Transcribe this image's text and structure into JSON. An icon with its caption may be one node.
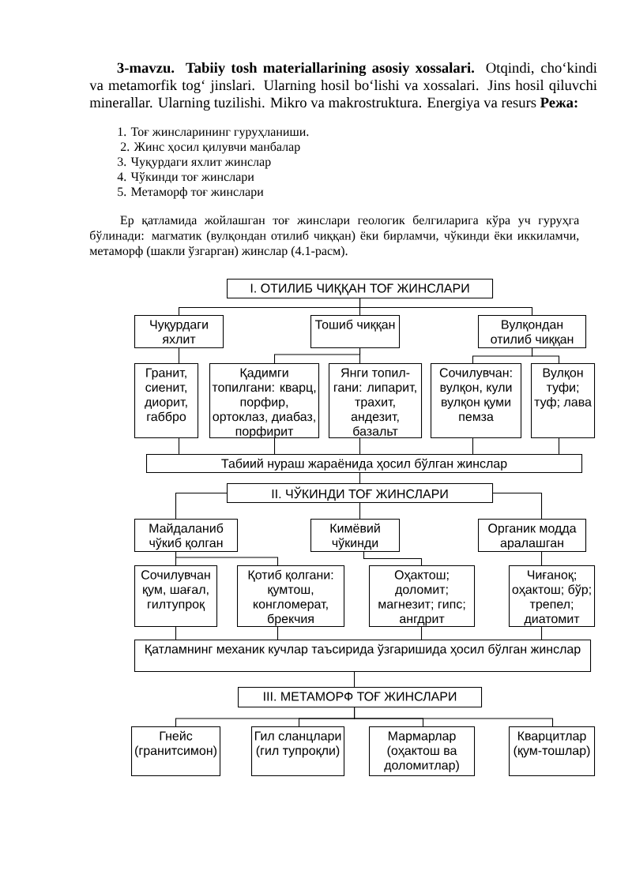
{
  "diagram": {
    "nodes": [
      {
        "text": [
          "I. ОТИЛИБ ЧИҚҚАН ТОҒ ЖИНСЛАРИ"
        ]
      },
      {
        "text": [
          "Чуқурдаги яхлит"
        ]
      },
      {
        "text": [
          "Тошиб чиққан"
        ]
      },
      {
        "text": [
          "Вулқондан отилиб чиққан"
        ]
      },
      {
        "text": [
          "Гранит, сиенит, диорит, габбро"
        ]
      },
      {
        "text": [
          "Қадимги топилгани: кварц, порфир, ортоклаз, диабаз, порфирит"
        ]
      },
      {
        "text": [
          "Янги топил- гани: липарит, трахит, андезит, базальт"
        ]
      },
      {
        "text": [
          "Сочилувчан: вулқон, кули вулқон қуми пемза"
        ]
      },
      {
        "text": [
          "Вулқон туфи; туф; лава"
        ]
      },
      {
        "text": [
          "Табиий нураш жараёнида ҳосил бўлган жинслар"
        ]
      },
      {
        "text": [
          "II. ЧЎКИНДИ ТОҒ ЖИНСЛАРИ"
        ]
      },
      {
        "text": [
          "Майдаланиб чўкиб қолган"
        ]
      },
      {
        "text": [
          "Кимёвий чўкинди"
        ]
      },
      {
        "text": [
          "Органик модда аралашган"
        ]
      },
      {
        "text": [
          "Сочилувчан қум, шағал, гилтупроқ"
        ]
      },
      {
        "text": [
          "Қотиб қолгани: қумтош, конгломерат, брекчия"
        ]
      },
      {
        "text": [
          "Оҳактош; доломит; магнезит; гипс; ангдрит"
        ]
      },
      {
        "text": [
          "Чиғаноқ; оҳактош; бўр; трепел; диатомит"
        ]
      },
      {
        "text": [
          "Қатламнинг механик кучлар таъсирида ўзгаришида ҳосил бўлган жинслар"
        ]
      },
      {
        "text": [
          "III. МЕТАМОРФ ТОҒ ЖИНСЛАРИ"
        ]
      },
      {
        "text": [
          "Гнейс (гранитсимон)"
        ]
      },
      {
        "text": [
          "Гил сланцлари (гил тупроқли)"
        ]
      },
      {
        "text": [
          "Мармарлар (оҳактош ва доломитлар)"
        ]
      },
      {
        "text": [
          "Кварцитлар (қум-тошлар)"
        ]
      }
    ],
    "edges": [
      {
        "from": 0,
        "to": 1,
        "arrow": "none"
      },
      {
        "from": 0,
        "to": 2,
        "arrow": "none"
      },
      {
        "from": 0,
        "to": 3,
        "arrow": "none"
      },
      {
        "from": 1,
        "to": 4,
        "arrow": "none"
      },
      {
        "from": 2,
        "to": 5,
        "arrow": "none"
      },
      {
        "from": 2,
        "to": 6,
        "arrow": "none"
      },
      {
        "from": 3,
        "to": 7,
        "arrow": "none"
      },
      {
        "from": 3,
        "to": 8,
        "arrow": "none"
      },
      {
        "from": 4,
        "to": 9,
        "arrow": "none"
      },
      {
        "from": 5,
        "to": 9,
        "arrow": "none"
      },
      {
        "from": 6,
        "to": 9,
        "arrow": "none"
      },
      {
        "from": 7,
        "to": 9,
        "arrow": "none"
      },
      {
        "from": 8,
        "to": 9,
        "arrow": "none"
      },
      {
        "from": 9,
        "to": 10,
        "arrow": "none"
      },
      {
        "from": 10,
        "to": 11,
        "arrow": "none"
      },
      {
        "from": 10,
        "to": 12,
        "arrow": "none"
      },
      {
        "from": 10,
        "to": 13,
        "arrow": "none"
      },
      {
        "from": 11,
        "to": 14,
        "arrow": "none"
      },
      {
        "from": 11,
        "to": 15,
        "arrow": "none"
      },
      {
        "from": 12,
        "to": 16,
        "arrow": "none"
      },
      {
        "from": 13,
        "to": 17,
        "arrow": "none"
      },
      {
        "from": 14,
        "to": 18,
        "arrow": "none"
      },
      {
        "from": 15,
        "to": 18,
        "arrow": "none"
      },
      {
        "from": 16,
        "to": 18,
        "arrow": "none"
      },
      {
        "from": 17,
        "to": 18,
        "arrow": "none"
      },
      {
        "from": 18,
        "to": 19,
        "arrow": "none"
      },
      {
        "from": 19,
        "to": 20,
        "arrow": "none"
      },
      {
        "from": 19,
        "to": 21,
        "arrow": "none"
      },
      {
        "from": 19,
        "to": 22,
        "arrow": "none"
      },
      {
        "from": 19,
        "to": 23,
        "arrow": "none"
      }
    ],
    "labels": [
      "**3-mavzu. Tabiiy tosh materiallarining asosiy xossalari.** Otqindi, cho‘kindi va metamorfik tog‘ jinslari. Ularning hosil bo‘lishi va xossalari. Jins hosil qiluvchi minerallar. Ularning tuzilishi. Mikro va makrostruktura. Energiya va resurs **Режа:**",
      "1. Тоғ жинсларининг гуруҳланиши.",
      "2. Жинс ҳосил қилувчи манбалар",
      "3. Чуқурдаги яхлит жинслар",
      "4. Чўкинди тоғ жинслари",
      "5. Метаморф тоғ жинслари",
      "Ер қатламида жойлашган тоғ жинслари геологик белгиларига кўра уч гуруҳга бўлинади: магматик (вулқондан отилиб чиққан) ёки бирламчи, чўкинди ёки иккиламчи, метаморф (шакли ўзгарган) жинслар (4.1-расм)."
    ]
  }
}
